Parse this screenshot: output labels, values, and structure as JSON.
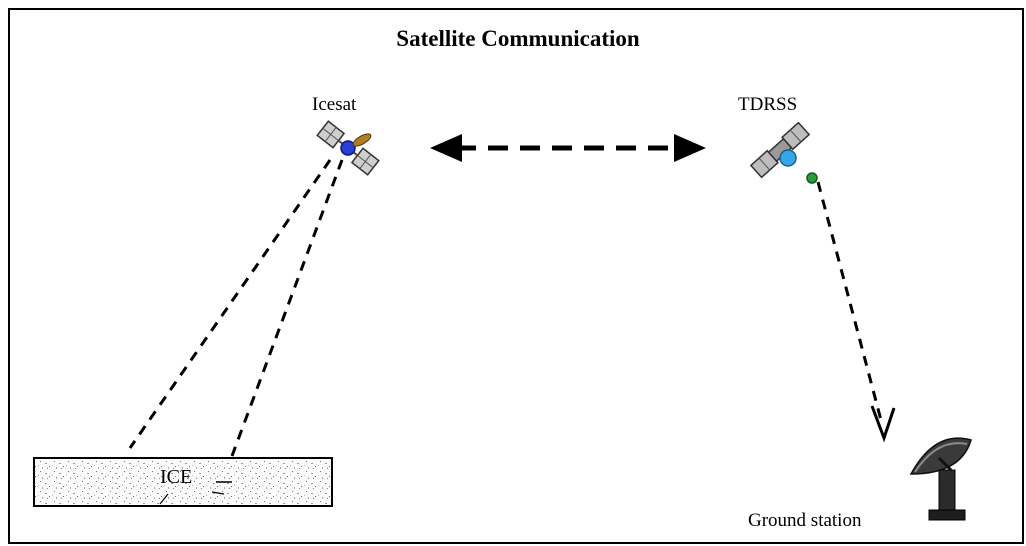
{
  "diagram": {
    "title": "Satellite Communication",
    "nodes": {
      "icesat": {
        "label": "Icesat",
        "icon": "satellite-icon"
      },
      "tdrss": {
        "label": "TDRSS",
        "icon": "satellite-icon"
      },
      "ground_station": {
        "label": "Ground station",
        "icon": "satellite-dish-icon"
      },
      "ice": {
        "label": "ICE"
      }
    },
    "edges": [
      {
        "from": "icesat",
        "to": "tdrss",
        "style": "dashed",
        "arrows": "both"
      },
      {
        "from": "ice",
        "to": "icesat",
        "style": "dashed",
        "arrows": "none"
      },
      {
        "from": "tdrss",
        "to": "ground_station",
        "style": "dashed",
        "arrows": "end"
      }
    ]
  }
}
